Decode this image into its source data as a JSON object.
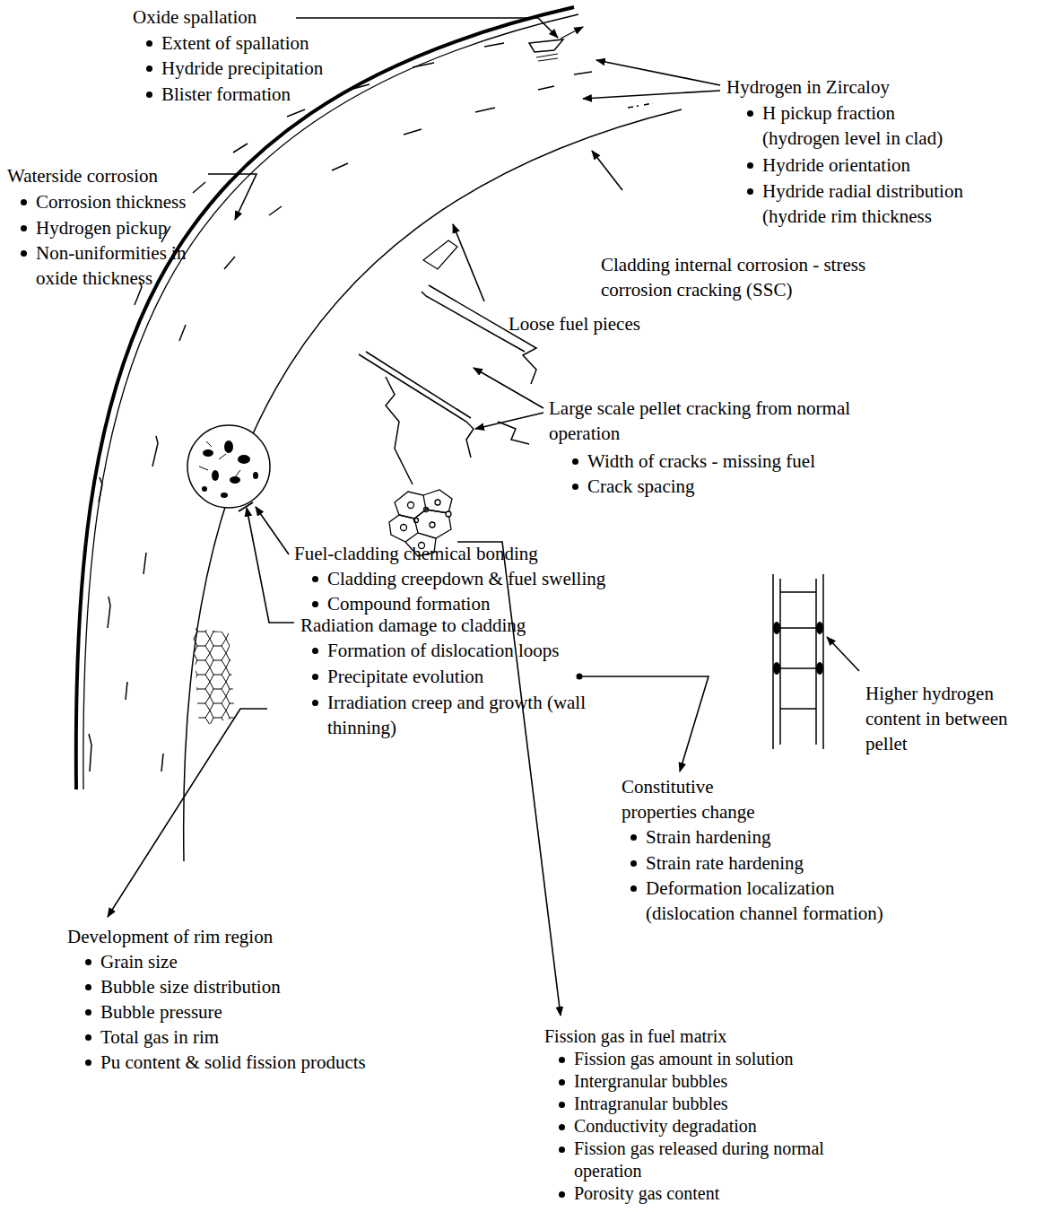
{
  "diagram": {
    "labels": [
      "Oxide spallation",
      "Extent of spallation",
      "Hydride precipitation",
      "Blister formation",
      "Hydrogen in Zircaloy",
      "H pickup fraction (hydrogen level in clad)",
      "Hydride orientation",
      "Hydride radial distribution (hydride rim thickness",
      "Waterside corrosion",
      "Corrosion thickness",
      "Hydrogen pickup",
      "Non-uniformities in oxide thickness",
      "Cladding internal corrosion - stress corrosion cracking (SSC)",
      "Loose fuel pieces",
      "Large scale pellet cracking from normal operation",
      "Width of cracks - missing fuel",
      "Crack spacing",
      "Fuel-cladding chemical bonding",
      "Cladding creepdown & fuel swelling",
      "Compound formation",
      "Radiation damage to cladding",
      "Formation of dislocation loops",
      "Precipitate evolution",
      "Irradiation creep and growth (wall thinning)",
      "Higher hydrogen content in between pellet",
      "Constitutive properties change",
      "Strain hardening",
      "Strain rate hardening",
      "Deformation localization (dislocation channel formation)",
      "Development of rim region",
      "Grain size",
      "Bubble size distribution",
      "Bubble pressure",
      "Total gas in rim",
      "Pu content & solid fission products",
      "Fission gas in fuel matrix",
      "Fission gas amount in solution",
      "Intergranular bubbles",
      "Intragranular bubbles",
      "Conductivity degradation",
      "Fission gas released during normal operation",
      "Porosity gas content"
    ]
  }
}
